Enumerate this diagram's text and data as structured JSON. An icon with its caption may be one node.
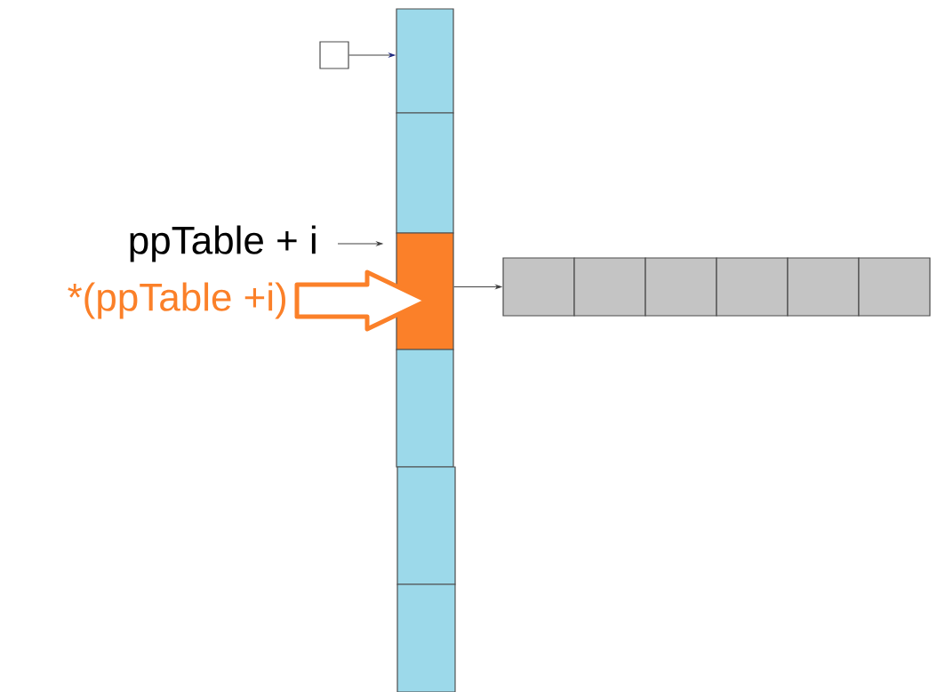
{
  "diagram": {
    "nodes": [
      {
        "text": [],
        "shape": "box"
      },
      {
        "text": [],
        "shape": "box"
      },
      {
        "text": [],
        "shape": "box"
      },
      {
        "text": [],
        "shape": "box"
      },
      {
        "text": [],
        "shape": "box"
      },
      {
        "text": [],
        "shape": "box"
      },
      {
        "text": [],
        "shape": "box"
      },
      {
        "text": [],
        "shape": "box"
      },
      {
        "text": [],
        "shape": "box"
      },
      {
        "text": [],
        "shape": "box"
      },
      {
        "text": [],
        "shape": "box"
      },
      {
        "text": [],
        "shape": "box"
      },
      {
        "text": [],
        "shape": "box"
      },
      {
        "text": [
          "ppTable + i"
        ]
      },
      {
        "text": [
          "*(ppTable +i)"
        ]
      }
    ],
    "edges": [
      {
        "from": 0,
        "to": 1,
        "arrow": "to"
      },
      {
        "from": 13,
        "to": 3,
        "arrow": "to"
      },
      {
        "from": 14,
        "to": 3,
        "arrow": "to",
        "style": "thick",
        "color": "#fb8029"
      },
      {
        "from": 3,
        "to": 7,
        "arrow": "to"
      }
    ]
  }
}
